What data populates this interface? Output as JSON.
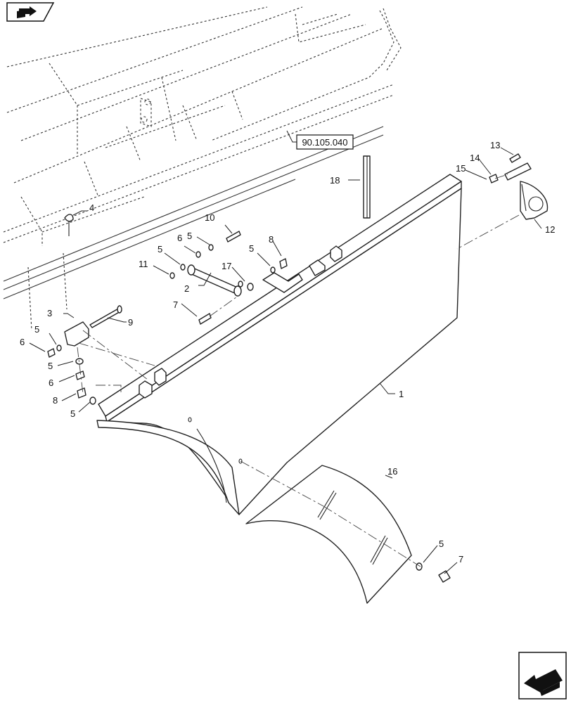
{
  "reference": {
    "label": "90.105.040"
  },
  "callouts": [
    {
      "id": "c1",
      "text": "1"
    },
    {
      "id": "c2",
      "text": "2"
    },
    {
      "id": "c3",
      "text": "3"
    },
    {
      "id": "c4",
      "text": "4"
    },
    {
      "id": "c5a",
      "text": "5"
    },
    {
      "id": "c5b",
      "text": "5"
    },
    {
      "id": "c5c",
      "text": "5"
    },
    {
      "id": "c5d",
      "text": "5"
    },
    {
      "id": "c5e",
      "text": "5"
    },
    {
      "id": "c5f",
      "text": "5"
    },
    {
      "id": "c5g",
      "text": "5"
    },
    {
      "id": "c6a",
      "text": "6"
    },
    {
      "id": "c6b",
      "text": "6"
    },
    {
      "id": "c6c",
      "text": "6"
    },
    {
      "id": "c7a",
      "text": "7"
    },
    {
      "id": "c7b",
      "text": "7"
    },
    {
      "id": "c8a",
      "text": "8"
    },
    {
      "id": "c8b",
      "text": "8"
    },
    {
      "id": "c9",
      "text": "9"
    },
    {
      "id": "c10",
      "text": "10"
    },
    {
      "id": "c11",
      "text": "11"
    },
    {
      "id": "c12",
      "text": "12"
    },
    {
      "id": "c13",
      "text": "13"
    },
    {
      "id": "c14",
      "text": "14"
    },
    {
      "id": "c15",
      "text": "15"
    },
    {
      "id": "c16",
      "text": "16"
    },
    {
      "id": "c17",
      "text": "17"
    },
    {
      "id": "c18",
      "text": "18"
    }
  ],
  "icons": {
    "top_left": "book-arrow-icon",
    "bottom_right": "arrow-next-icon"
  }
}
